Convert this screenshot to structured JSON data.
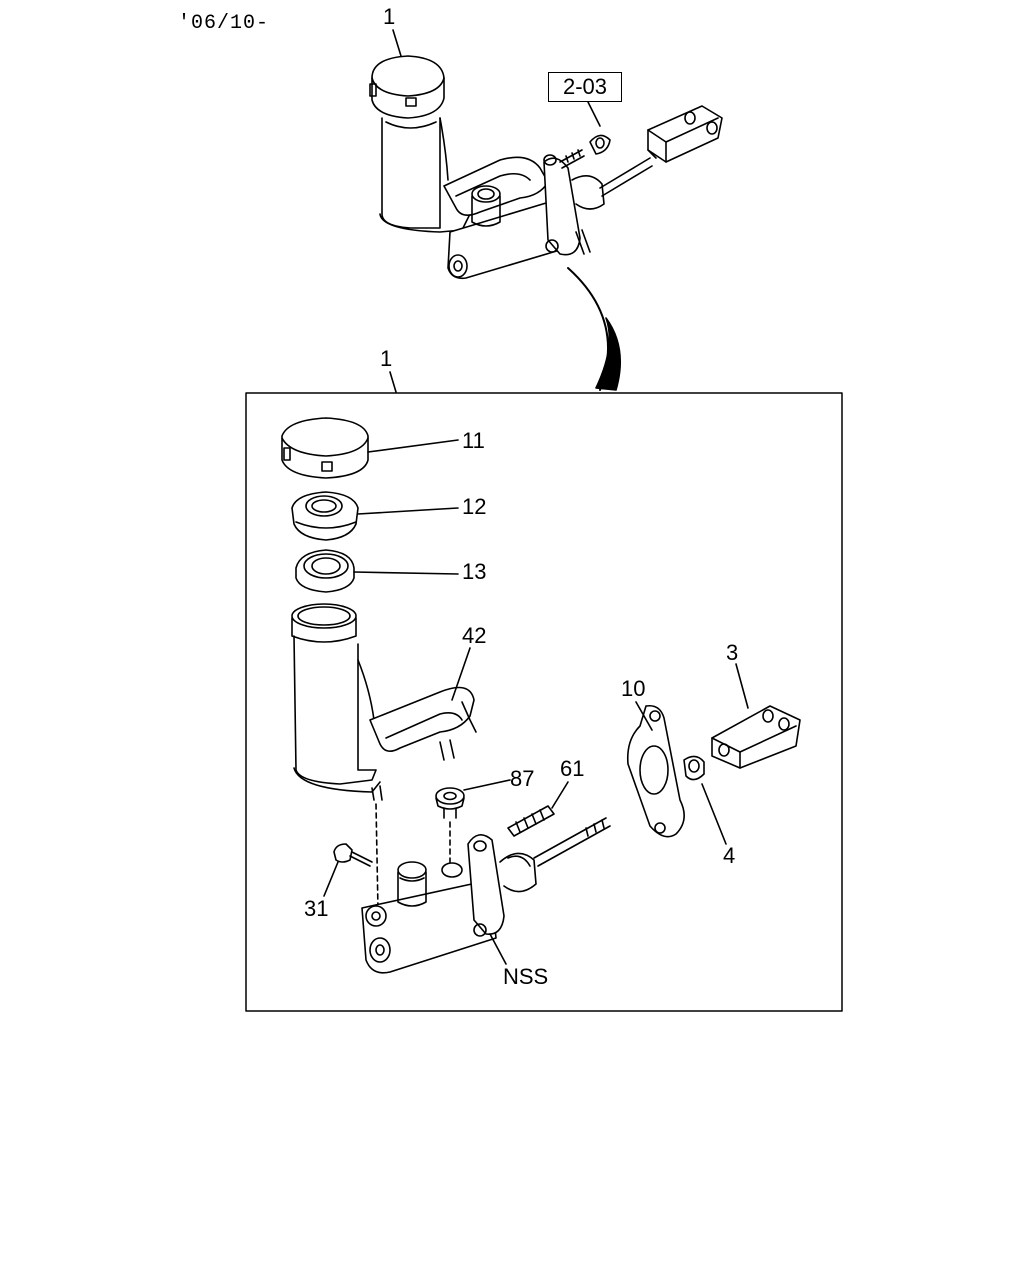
{
  "header": {
    "date_code": "'06/10-"
  },
  "references": {
    "group_ref": "2-03"
  },
  "callouts": {
    "assembly_top": "1",
    "assembly_box": "1",
    "cap": "11",
    "diaphragm": "12",
    "seal": "13",
    "reservoir": "42",
    "clevis": "3",
    "gasket": "10",
    "nut": "4",
    "connector": "87",
    "stud": "61",
    "bolt": "31",
    "body": "NSS"
  }
}
